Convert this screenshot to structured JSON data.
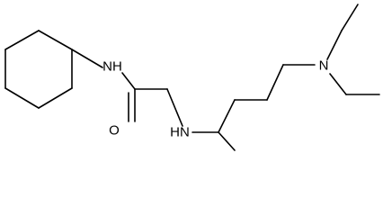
{
  "molecule": {
    "atom_labels": {
      "amide_nitrogen": "NH",
      "carbonyl_oxygen": "O",
      "amine_nitrogen": "HN",
      "tertiary_nitrogen": "N"
    },
    "colors": {
      "bond": "#000000",
      "background": "#ffffff",
      "label": "#000000"
    }
  }
}
